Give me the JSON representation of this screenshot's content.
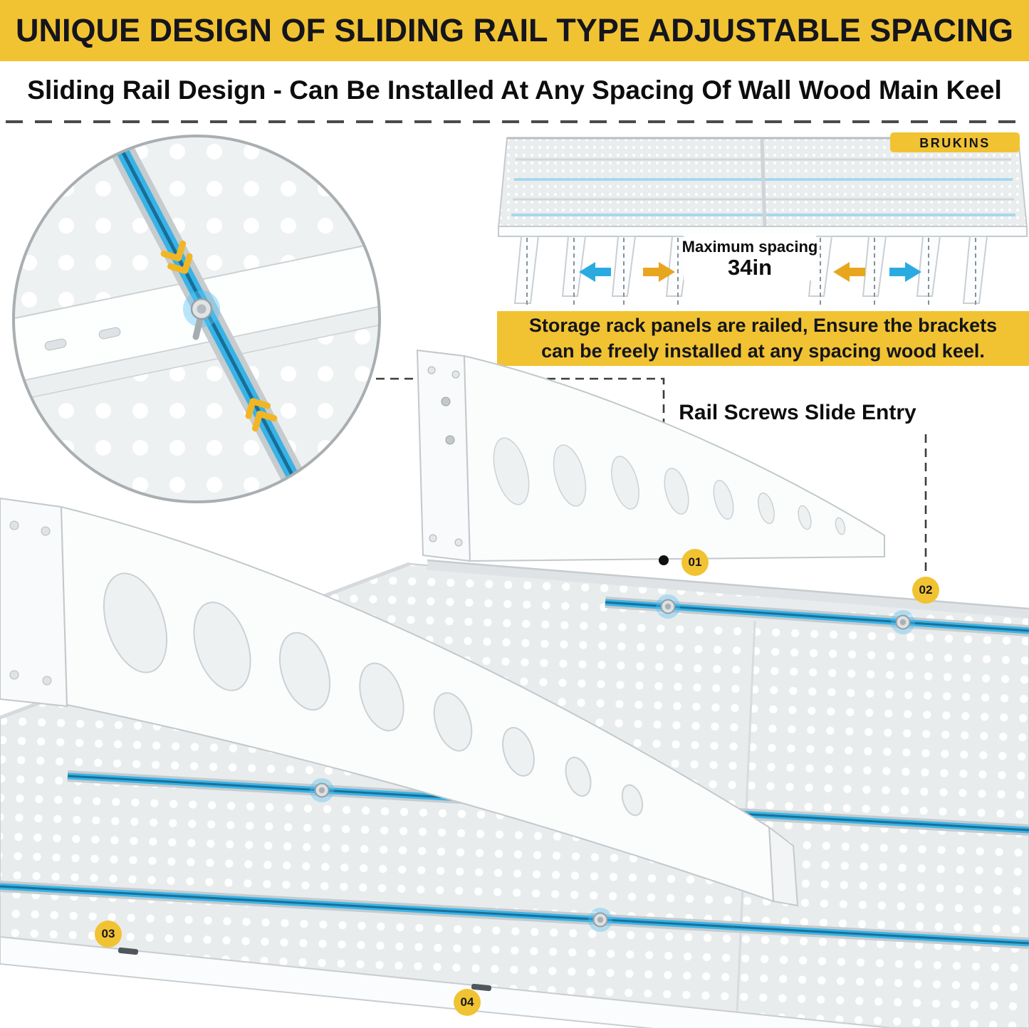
{
  "header": {
    "title": "UNIQUE DESIGN OF SLIDING RAIL TYPE ADJUSTABLE SPACING"
  },
  "subtitle": "Sliding Rail Design - Can Be Installed At Any Spacing Of Wall Wood Main Keel",
  "product": {
    "brand": "BRUKINS",
    "max_spacing_label": "Maximum spacing",
    "max_spacing_value": "34in"
  },
  "note": {
    "line1": "Storage rack panels are railed, Ensure the brackets",
    "line2": "can be freely installed at any spacing wood keel."
  },
  "annotation": {
    "rail_label": "Rail Screws Slide Entry"
  },
  "badges": [
    "01",
    "02",
    "03",
    "04"
  ],
  "colors": {
    "accent_yellow": "#F1C332",
    "text_dark": "#15151E",
    "rail_blue": "#38B3E6",
    "arrow_blue": "#29ABE2",
    "arrow_yellow": "#E8A61E"
  }
}
